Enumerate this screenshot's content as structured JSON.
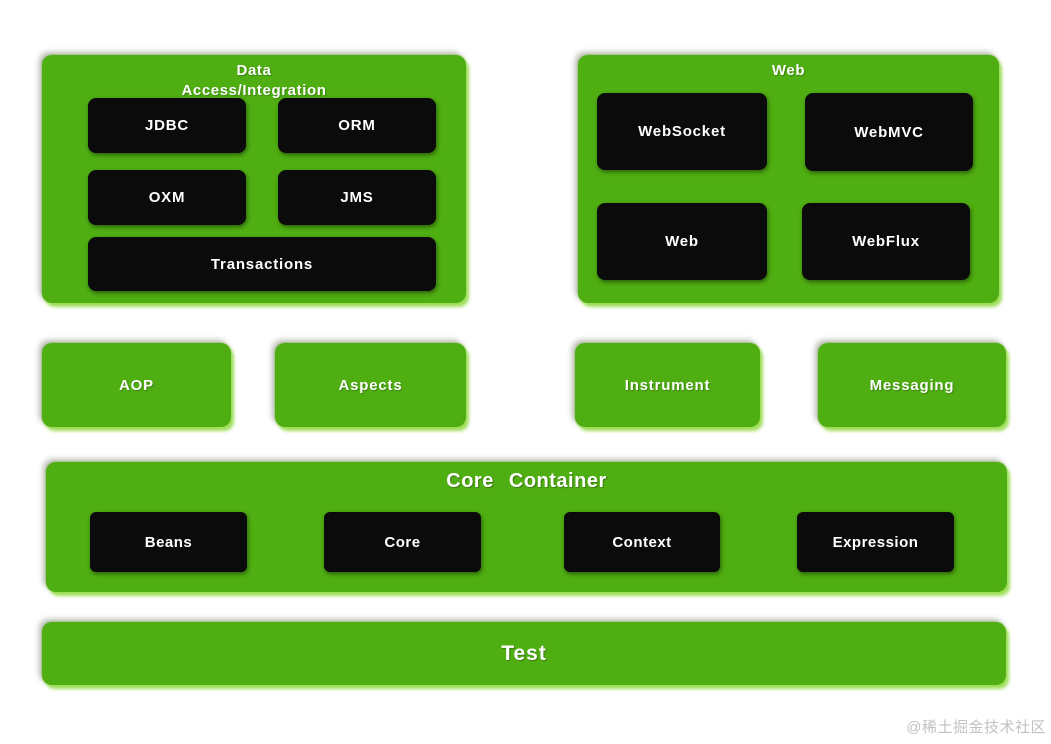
{
  "watermark": "@稀土掘金技术社区",
  "colors": {
    "panel_green": "#4fae12",
    "glow_green": "#8ed848",
    "module_black": "#0b0b0b",
    "label_white": "#ffffff",
    "watermark_gray": "#c2c2c2",
    "background": "#ffffff"
  },
  "panels": {
    "data_access": {
      "title_line1": "Data",
      "title_line2": "Access/Integration",
      "modules": [
        "JDBC",
        "ORM",
        "OXM",
        "JMS",
        "Transactions"
      ]
    },
    "web": {
      "title": "Web",
      "modules": [
        "WebSocket",
        "WebMVC",
        "Web",
        "WebFlux"
      ]
    },
    "middle_row": [
      "AOP",
      "Aspects",
      "Instrument",
      "Messaging"
    ],
    "core_container": {
      "title": "Core Container",
      "modules": [
        "Beans",
        "Core",
        "Context",
        "Expression"
      ]
    },
    "test": {
      "title": "Test"
    }
  }
}
